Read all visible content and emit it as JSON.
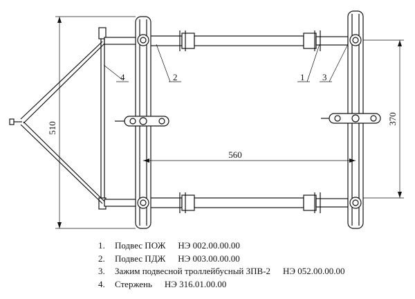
{
  "callouts": {
    "c1": "1",
    "c2": "2",
    "c3": "3",
    "c4": "4"
  },
  "dimensions": {
    "height_left": "510",
    "height_right": "370",
    "width_span": "560"
  },
  "legend": [
    {
      "number": "1.",
      "name": "Подвес ПОЖ",
      "code": "НЭ 002.00.00.00"
    },
    {
      "number": "2.",
      "name": "Подвес ПДЖ",
      "code": "НЭ 003.00.00.00"
    },
    {
      "number": "3.",
      "name": "Зажим подвесной троллейбусный ЗПВ-2",
      "code": "НЭ 052.00.00.00"
    },
    {
      "number": "4.",
      "name": "Стержень",
      "code": "НЭ 316.01.00.00"
    }
  ]
}
